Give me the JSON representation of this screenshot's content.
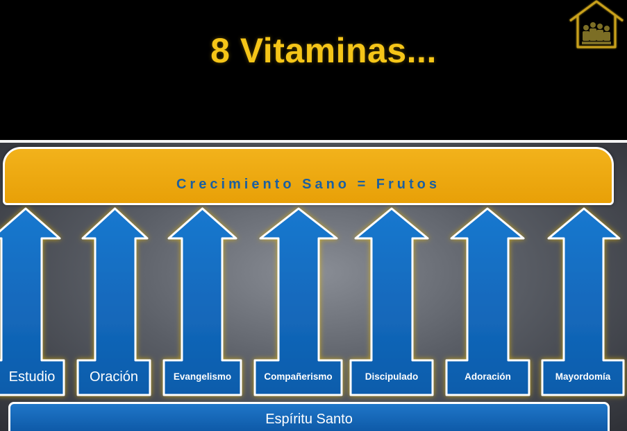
{
  "title": "8 Vitaminas...",
  "banner": {
    "text": "Crecimiento Sano = Frutos"
  },
  "base": {
    "text": "Espíritu Santo"
  },
  "arrows": [
    {
      "label": "Estudio"
    },
    {
      "label": "Oración"
    },
    {
      "label": "Evangelismo"
    },
    {
      "label": "Compañerismo"
    },
    {
      "label": "Discipulado"
    },
    {
      "label": "Adoración"
    },
    {
      "label": "Mayordomía"
    }
  ],
  "colors": {
    "title": "#f5c518",
    "banner": "#eaa40e",
    "banner_text": "#1b5fa0",
    "arrow_blue": "#0f66bf",
    "arrow_glow": "#e8b800"
  },
  "logo": {
    "icon": "house-family-icon"
  }
}
